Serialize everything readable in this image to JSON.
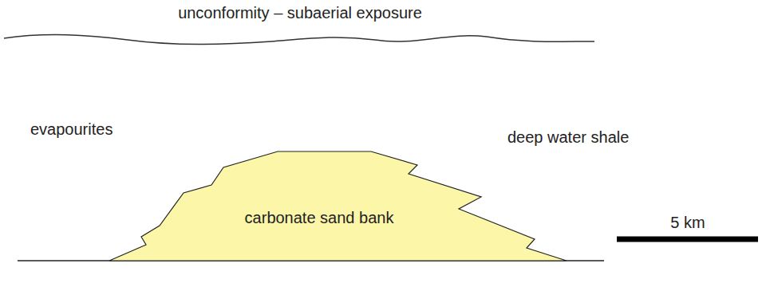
{
  "diagram": {
    "nodes": [
      {
        "text": [
          "carbonate sand bank"
        ]
      }
    ],
    "labels": [
      "unconformity – subaerial exposure",
      "evapourites",
      "deep water shale",
      "5 km"
    ]
  }
}
